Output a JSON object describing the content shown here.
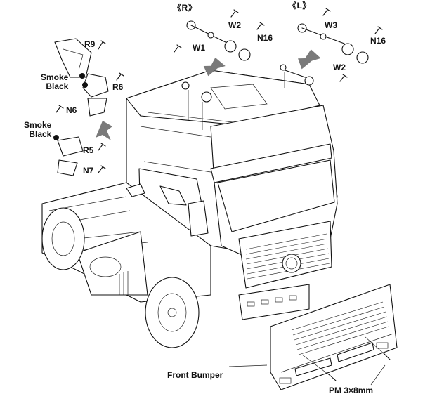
{
  "labels": {
    "side_right": "《R》",
    "side_left": "《L》",
    "w1": "W1",
    "w2_right": "W2",
    "n16_right": "N16",
    "w3": "W3",
    "w2_left": "W2",
    "n16_left": "N16",
    "r9": "R9",
    "smoke_black_upper": "Smoke\nBlack",
    "r6": "R6",
    "n6": "N6",
    "smoke_black_lower": "Smoke\nBlack",
    "r5": "R5",
    "n7": "N7",
    "front_bumper": "Front Bumper",
    "pm_screw": "PM 3×8mm"
  },
  "colors": {
    "ink": "#111111",
    "arrow": "#7a7a7a",
    "smoke_black": "#111111",
    "background": "#ffffff"
  }
}
